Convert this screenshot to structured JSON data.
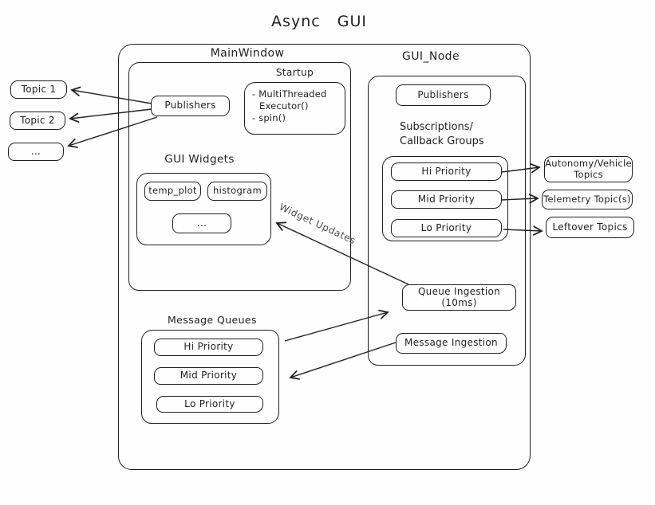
{
  "title": "Async GUI",
  "left_topics": [
    "Topic 1",
    "Topic 2",
    "..."
  ],
  "main_window": {
    "label": "MainWindow",
    "publishers": "Publishers",
    "startup": {
      "label": "Startup",
      "line1": "- MultiThreaded",
      "line2": "Executor()",
      "line3": "- spin()"
    },
    "gui_widgets": {
      "label": "GUI Widgets",
      "widget1": "temp_plot",
      "widget2": "histogram",
      "widget3": "..."
    }
  },
  "gui_node": {
    "label": "GUI_Node",
    "publishers": "Publishers",
    "subscriptions_line1": "Subscriptions/",
    "subscriptions_line2": "Callback Groups",
    "hi": "Hi Priority",
    "mid": "Mid Priority",
    "lo": "Lo Priority",
    "queue_ingestion": "Queue Ingestion (10ms)",
    "message_ingestion": "Message Ingestion"
  },
  "right_topics": {
    "autonomy": "Autonomy/Vehicle Topics",
    "telemetry": "Telemetry Topic(s)",
    "leftover": "Leftover Topics"
  },
  "message_queues": {
    "label": "Message Queues",
    "hi": "Hi Priority",
    "mid": "Mid Priority",
    "lo": "Lo Priority"
  },
  "arrow_labels": {
    "widget_updates": "Widget Updates"
  },
  "colors": {
    "stroke": "#1f1f1f",
    "background": "#ffffff",
    "arrow_label": "#4a4a4a"
  }
}
